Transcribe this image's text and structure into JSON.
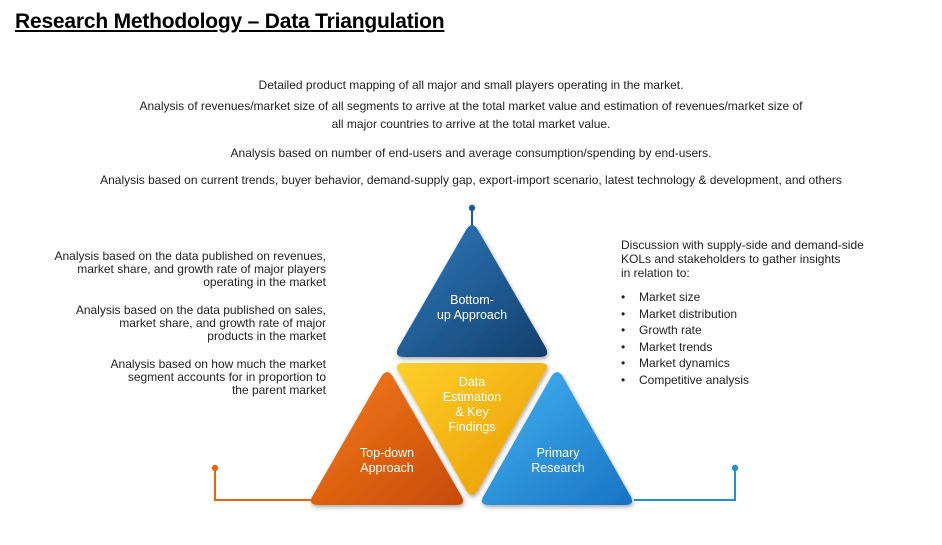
{
  "title": "Research Methodology – Data Triangulation",
  "top_lines": [
    "Detailed product mapping of all major and small players operating in the market.",
    "Analysis of revenues/market size of all segments to arrive at the total market value and estimation of revenues/market size of",
    "all major countries to arrive at the total market value.",
    "Analysis based on number of end-users and average consumption/spending by end-users.",
    "Analysis based on current trends, buyer behavior, demand-supply gap, export-import scenario, latest technology & development, and others"
  ],
  "left_blocks": [
    [
      "Analysis based on the data published on revenues,",
      "market share, and growth rate of major players",
      "operating in the market"
    ],
    [
      "Analysis based on the data published on sales,",
      "market share, and growth rate of major",
      "products in the market"
    ],
    [
      "Analysis based on how much the market",
      "segment accounts for in proportion to",
      "the parent market"
    ]
  ],
  "right_intro": [
    "Discussion with supply-side and demand-side",
    "KOLs and stakeholders to gather insights",
    "in relation to:"
  ],
  "right_bullets": [
    "Market size",
    "Market distribution",
    "Growth rate",
    "Market trends",
    "Market dynamics",
    "Competitive analysis"
  ],
  "triangles": {
    "top": [
      "Bottom-",
      "up Approach"
    ],
    "center": [
      "Data",
      "Estimation",
      "& Key",
      "Findings"
    ],
    "left": [
      "Top-down",
      "Approach"
    ],
    "right": [
      "Primary",
      "Research"
    ]
  },
  "colors": {
    "top": "#1d5a93",
    "center": "#f4b400",
    "left": "#e8650f",
    "right": "#1f8fd8"
  }
}
